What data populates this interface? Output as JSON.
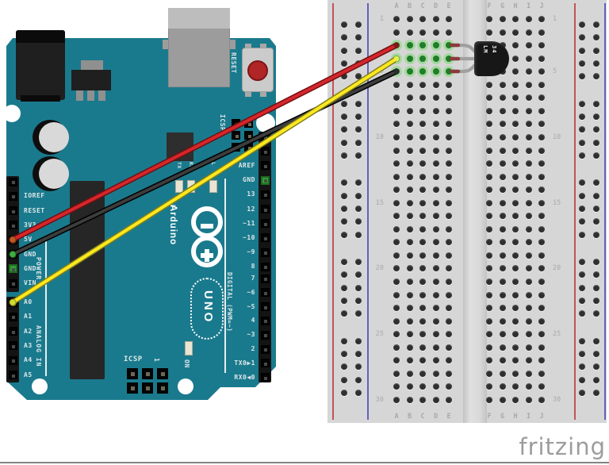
{
  "app": {
    "watermark": "fritzing",
    "background": "#ffffff"
  },
  "arduino": {
    "board_color": "#1a7a8d",
    "title": "Arduino",
    "title_tm": "™",
    "uno_label": "UNO",
    "reset_label": "RESET",
    "icsp2_label": "ICSP2",
    "icsp_label": "ICSP",
    "icsp_pin1_label": "1",
    "on_label": "ON",
    "led_labels": [
      "TX",
      "RX",
      "L"
    ],
    "power_header": {
      "section_label": "POWER",
      "pins": [
        "",
        "IOREF",
        "RESET",
        "3V3",
        "5V",
        "GND",
        "GND",
        "VIN"
      ]
    },
    "analog_header": {
      "section_label": "ANALOG IN",
      "pins": [
        "A0",
        "A1",
        "A2",
        "A3",
        "A4",
        "A5"
      ]
    },
    "digital_header_top": {
      "section_label": "DIGITAL (PWM=~)",
      "pins": [
        "",
        "",
        "AREF",
        "GND",
        "13",
        "12",
        "~11",
        "~10",
        "~9",
        "8"
      ]
    },
    "digital_header_bottom": {
      "pins": [
        "7",
        "~6",
        "~5",
        "4",
        "~3",
        "2",
        "TX0▶1",
        "RX0◀0"
      ]
    }
  },
  "breadboard": {
    "column_groups": [
      [
        "A",
        "B",
        "C",
        "D",
        "E"
      ],
      [
        "F",
        "G",
        "H",
        "I",
        "J"
      ]
    ],
    "row_count": 30,
    "row_labels": [
      1,
      5,
      10,
      15,
      20,
      25,
      30
    ],
    "rail_red_color": "#c25555",
    "rail_blue_color": "#6161c0",
    "connected_rows": [
      3,
      4,
      5
    ],
    "connected_cols": [
      "A",
      "B",
      "C",
      "D",
      "E"
    ],
    "connected_color": "#1f7d28"
  },
  "sensor": {
    "label": "LM34",
    "display_lines": [
      "LM",
      "34"
    ],
    "location": "rows 3-5, column E"
  },
  "wires": [
    {
      "name": "red-wire",
      "color": "#d6262b",
      "from": "Arduino 5V",
      "to": "breadboard A3"
    },
    {
      "name": "yellow-wire",
      "color": "#ffe81f",
      "from": "Arduino A0",
      "to": "breadboard A4"
    },
    {
      "name": "black-wire",
      "color": "#383838",
      "from": "Arduino GND",
      "to": "breadboard A5"
    }
  ]
}
